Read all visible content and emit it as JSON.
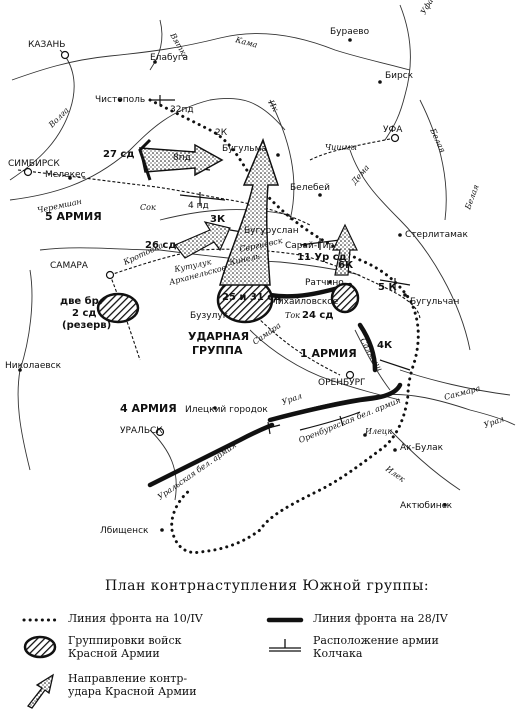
{
  "cities": {
    "kazan": "КАЗАНЬ",
    "elabuga": "Елабуга",
    "buraevo": "Бураево",
    "birsk": "Бирск",
    "chistopol": "Чистополь",
    "ufa": "УФА",
    "simbirsk": "СИМБИРСК",
    "melekes": "Мелекес",
    "bugulma": "Бугульма",
    "belebey": "Белебей",
    "chishmy": "Чишмы",
    "buguruslan": "Бугуруслан",
    "sarai_gir": "Сарай-Гир",
    "sterlitamak": "Стерлитамак",
    "samara": "САМАРА",
    "ratchino": "Ратчино",
    "mikhailovskoe": "Михайловское",
    "buguruslan2": "Бугульчан",
    "buzuluk": "Бузулук",
    "nikolaevsk": "Николаевск",
    "orenburg": "ОРЕНБУРГ",
    "iletsky": "Илецкий городок",
    "uralsk": "УРАЛЬСК",
    "iletsk": "Илецк",
    "ak_bulak": "Ак-Булак",
    "aktyubinsk": "Актюбинск",
    "lbishchensk": "Лбищенск"
  },
  "rivers": {
    "vyatka": "Вятка",
    "kama": "Кама",
    "ufa_r": "Уфа",
    "ik": "Ик",
    "volga": "Волга",
    "cheremshan": "Черемшан",
    "sok": "Сок",
    "dema": "Дема",
    "belaya": "Белая",
    "belaya2": "Белая",
    "kinel": "Кинель",
    "kutuluk": "Кутулук",
    "samara_r": "Самара",
    "tok": "Ток",
    "salmysh": "Салмыш",
    "sakmara": "Сакмара",
    "ural": "Урал",
    "ural2": "Урал",
    "ilek": "Илек"
  },
  "units": {
    "d32": "32пд",
    "d8": "8пд",
    "k2": "2К",
    "sd27": "27 сд",
    "a5": "5 АРМИЯ",
    "d4": "4 пд",
    "k3": "3К",
    "sd26": "26 сд",
    "sd11": "11 Ур сд",
    "k6": "6К",
    "k5": "5 К",
    "reserve1": "две бр.",
    "reserve2": "2 сд",
    "reserve3": "(резерв)",
    "sd25_31": "25 и 31 сд",
    "udarnaya1": "УДАРНАЯ",
    "udarnaya2": "ГРУППА",
    "sd24": "24 сд",
    "a1": "1 АРМИЯ",
    "k4": "4К",
    "a4": "4 АРМИЯ",
    "orenburg_army": "Оренбургская бел. армия",
    "ural_army": "Уральская бел. армия",
    "rail1": "Кротовка",
    "rail2": "Арханельское",
    "rail3": "Сергиевск"
  },
  "legend": {
    "title": "План контрнаступления Южной группы:",
    "front10": "Линия фронта на 10/IV",
    "front28": "Линия фронта на 28/IV",
    "red_groups_1": "Группировки войск",
    "red_groups_2": "Красной Армии",
    "kolchak_1": "Расположение армии",
    "kolchak_2": "Колчака",
    "direction_1": "Направление контр-",
    "direction_2": "удара Красной Армии"
  }
}
